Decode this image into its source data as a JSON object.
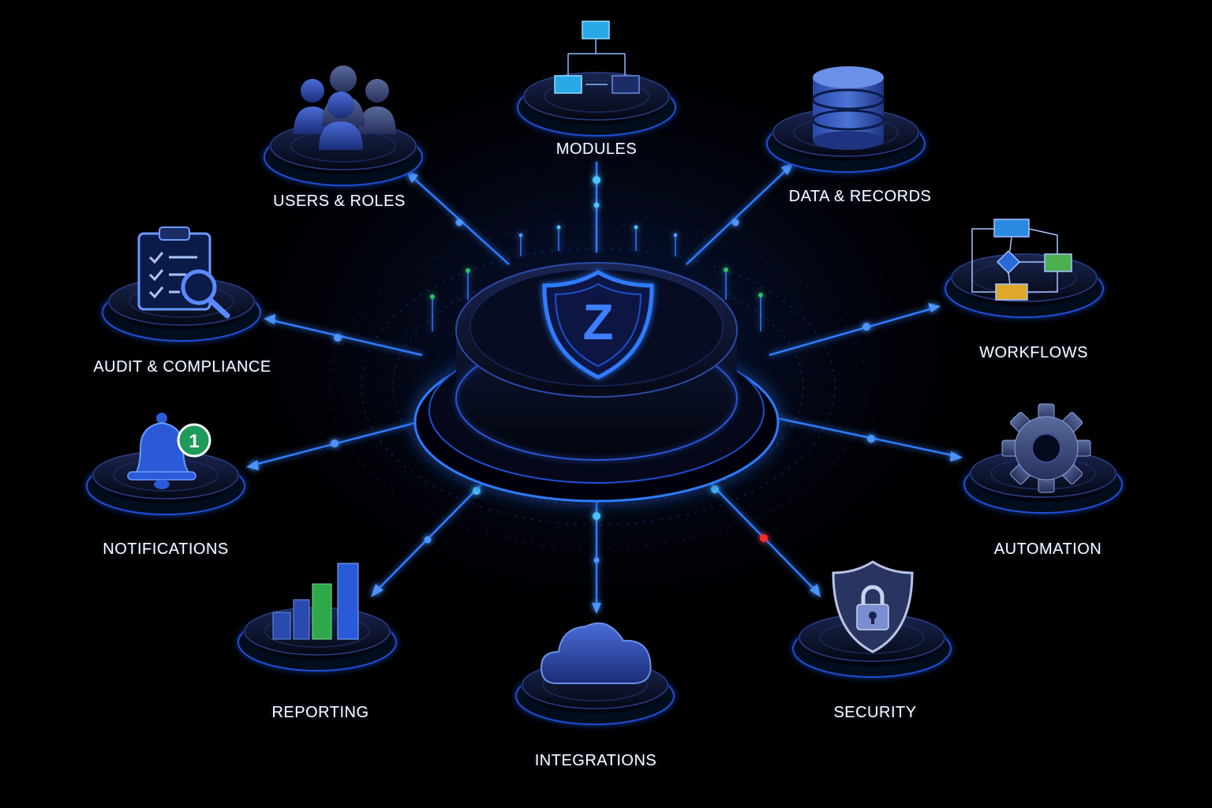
{
  "hub": {
    "logo_letter": "Z",
    "icon": "shield-z-icon"
  },
  "nodes": [
    {
      "id": "users-roles",
      "label": "USERS & ROLES",
      "icon": "users-group-icon"
    },
    {
      "id": "modules",
      "label": "MODULES",
      "icon": "modules-hierarchy-icon"
    },
    {
      "id": "data-records",
      "label": "DATA & RECORDS",
      "icon": "database-icon"
    },
    {
      "id": "workflows",
      "label": "WORKFLOWS",
      "icon": "workflow-flowchart-icon"
    },
    {
      "id": "automation",
      "label": "AUTOMATION",
      "icon": "gear-icon"
    },
    {
      "id": "security",
      "label": "SECURITY",
      "icon": "shield-lock-icon"
    },
    {
      "id": "integrations",
      "label": "INTEGRATIONS",
      "icon": "cloud-icon"
    },
    {
      "id": "reporting",
      "label": "REPORTING",
      "icon": "bar-chart-icon"
    },
    {
      "id": "notifications",
      "label": "NOTIFICATIONS",
      "icon": "bell-icon",
      "badge": "1"
    },
    {
      "id": "audit-compliance",
      "label": "AUDIT & COMPLIANCE",
      "icon": "clipboard-search-icon"
    }
  ],
  "colors": {
    "background": "#000000",
    "line": "#2f7bff",
    "glow": "#1f5cff",
    "accent_green": "#2fbf6a",
    "alert_red": "#ff2a2a",
    "text": "#ffffff"
  }
}
